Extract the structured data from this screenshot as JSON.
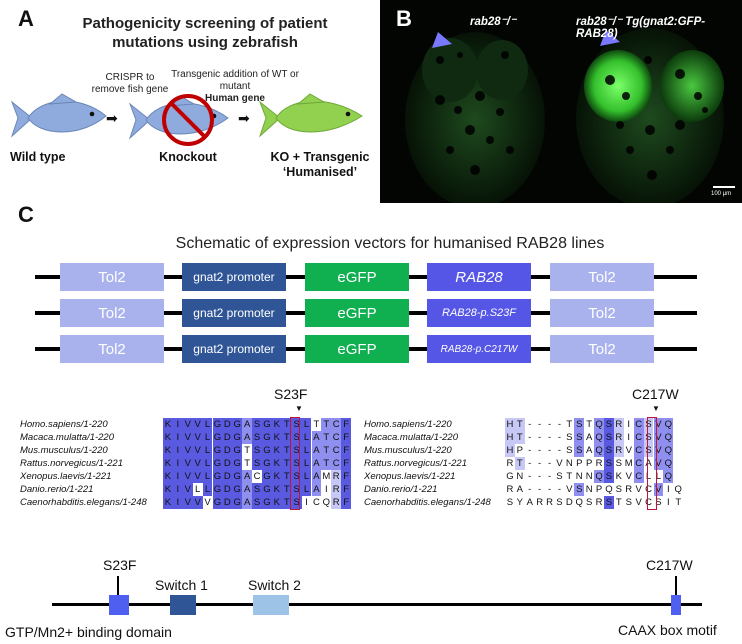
{
  "panel_a": {
    "letter": "A",
    "title": "Pathogenicity screening of patient mutations using zebrafish",
    "step1": "CRISPR to remove fish gene",
    "step2_line1": "Transgenic addition of WT or mutant",
    "step2_line2": "Human gene",
    "fish1_label": "Wild type",
    "fish2_label": "Knockout",
    "fish3_label": "KO + Transgenic ‘Humanised’",
    "colors": {
      "fish_blue": "#8faadc",
      "fish_green": "#92d050",
      "no_sign": "#c00000"
    }
  },
  "panel_b": {
    "letter": "B",
    "label_left": "rab28⁻/⁻",
    "label_right": "rab28⁻/⁻ Tg(gnat2:GFP-RAB28)",
    "scale": "100 μm"
  },
  "panel_c": {
    "letter": "C",
    "schematic_title": "Schematic of expression vectors for humanised RAB28 lines",
    "vectors": [
      {
        "tol2a": "Tol2",
        "promoter": "gnat2 promoter",
        "egfp": "eGFP",
        "rab": "RAB28",
        "tol2b": "Tol2"
      },
      {
        "tol2a": "Tol2",
        "promoter": "gnat2 promoter",
        "egfp": "eGFP",
        "rab": "RAB28-p.S23F",
        "tol2b": "Tol2"
      },
      {
        "tol2a": "Tol2",
        "promoter": "gnat2 promoter",
        "egfp": "eGFP",
        "rab": "RAB28-p.C217W",
        "tol2b": "Tol2"
      }
    ],
    "alignment_left": {
      "mutation": "S23F",
      "species": [
        "Homo.sapiens/1-220",
        "Macaca.mulatta/1-220",
        "Mus.musculus/1-220",
        "Rattus.norvegicus/1-221",
        "Xenopus.laevis/1-221",
        "Danio.rerio/1-221",
        "Caenorhabditis.elegans/1-248"
      ],
      "sequences": [
        "KIVVLGDGASGKTSLTTCF",
        "KIVVLGDGASGKTSLATCF",
        "KIVVLGDGTSGKTSLATCF",
        "KIVVLGDGTSGKTSLATCF",
        "KIVVLGDGACGKTSLAMRF",
        "KIVLLGDGASGKTSLAIRF",
        "KIVVVGDGASGKTSICQRF"
      ]
    },
    "alignment_right": {
      "mutation": "C217W",
      "species": [
        "Homo.sapiens/1-220",
        "Macaca.mulatta/1-220",
        "Mus.musculus/1-220",
        "Rattus.norvegicus/1-221",
        "Xenopus.laevis/1-221",
        "Danio.rerio/1-221",
        "Caenorhabditis.elegans/1-248"
      ],
      "sequences": [
        "HT----TSTQSRICSVQ",
        "HT----SSAQSRICSVQ",
        "HP----SSAQSRVCSVQ",
        "RT---VNPPRSSMCAVQ",
        "GN---STNNQSKVCLLQ",
        "RA----VSNPQSRVCVIQ",
        "SYARRSDQSRSTSVCSIT"
      ]
    },
    "domain_map": {
      "s23f": "S23F",
      "switch1": "Switch 1",
      "switch2": "Switch 2",
      "c217w": "C217W",
      "gtp": "GTP/Mn2+ binding domain",
      "caax": "CAAX box motif"
    }
  }
}
